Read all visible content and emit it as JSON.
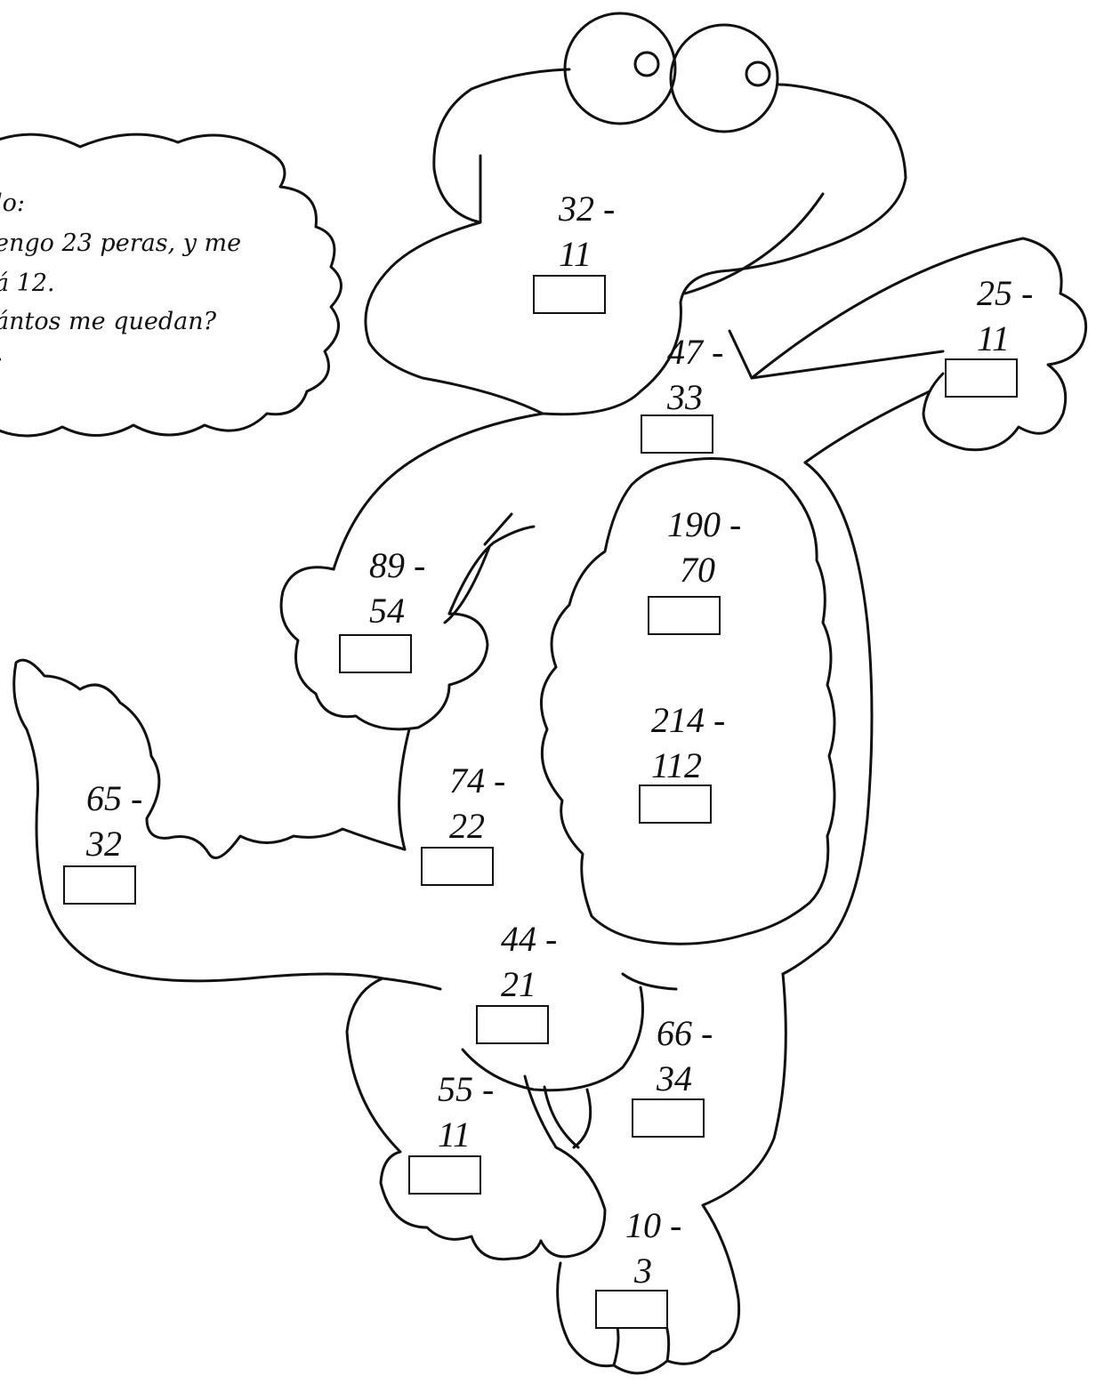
{
  "bubble": {
    "line1": "lo:",
    "line2": "engo 23 peras, y me",
    "line3": "á 12.",
    "line4": "ántos me quedan?",
    "line5": ":"
  },
  "problems": [
    {
      "a": "32",
      "op": "-",
      "b": "11"
    },
    {
      "a": "25",
      "op": "-",
      "b": "11"
    },
    {
      "a": "47",
      "op": "-",
      "b": "33"
    },
    {
      "a": "190",
      "op": "-",
      "b": "70"
    },
    {
      "a": "89",
      "op": "-",
      "b": "54"
    },
    {
      "a": "214",
      "op": "-",
      "b": "112"
    },
    {
      "a": "74",
      "op": "-",
      "b": "22"
    },
    {
      "a": "65",
      "op": "-",
      "b": "32"
    },
    {
      "a": "44",
      "op": "-",
      "b": "21"
    },
    {
      "a": "66",
      "op": "-",
      "b": "34"
    },
    {
      "a": "55",
      "op": "-",
      "b": "11"
    },
    {
      "a": "10",
      "op": "-",
      "b": "3"
    }
  ],
  "colors": {
    "ink": "#111111",
    "paper": "#ffffff"
  }
}
